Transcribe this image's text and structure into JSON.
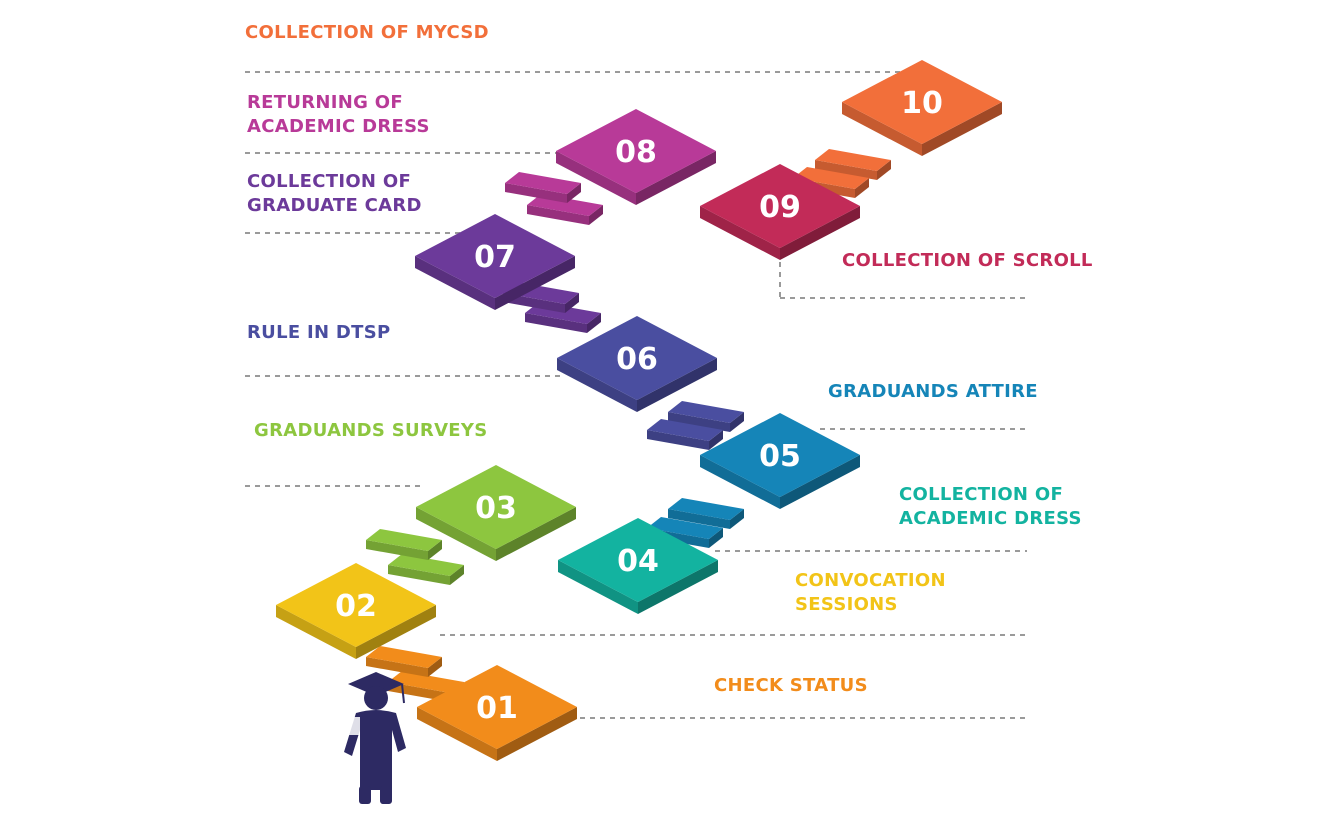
{
  "steps": [
    {
      "number": "01",
      "line1": "CHECK STATUS",
      "line2": "",
      "color": "#f28c1b"
    },
    {
      "number": "02",
      "line1": "CONVOCATION",
      "line2": "SESSIONS",
      "color": "#f2c418"
    },
    {
      "number": "03",
      "line1": "GRADUANDS SURVEYS",
      "line2": "",
      "color": "#8dc63f"
    },
    {
      "number": "04",
      "line1": "COLLECTION OF",
      "line2": "ACADEMIC DRESS",
      "color": "#13b3a0"
    },
    {
      "number": "05",
      "line1": "GRADUANDS ATTIRE",
      "line2": "",
      "color": "#1585b8"
    },
    {
      "number": "06",
      "line1": "RULE IN DTSP",
      "line2": "",
      "color": "#4a4ea0"
    },
    {
      "number": "07",
      "line1": "COLLECTION OF",
      "line2": "GRADUATE CARD",
      "color": "#6c3a9a"
    },
    {
      "number": "08",
      "line1": "RETURNING OF",
      "line2": "ACADEMIC DRESS",
      "color": "#b83a98"
    },
    {
      "number": "09",
      "line1": "COLLECTION OF SCROLL",
      "line2": "",
      "color": "#c22b58"
    },
    {
      "number": "10",
      "line1": "COLLECTION OF MYCSD",
      "line2": "",
      "color": "#f26f3a"
    }
  ],
  "icons": {
    "graduate": "graduate-icon"
  },
  "colors": {
    "guide_line": "#9a9a9a",
    "graduate_figure": "#2d2a63"
  }
}
